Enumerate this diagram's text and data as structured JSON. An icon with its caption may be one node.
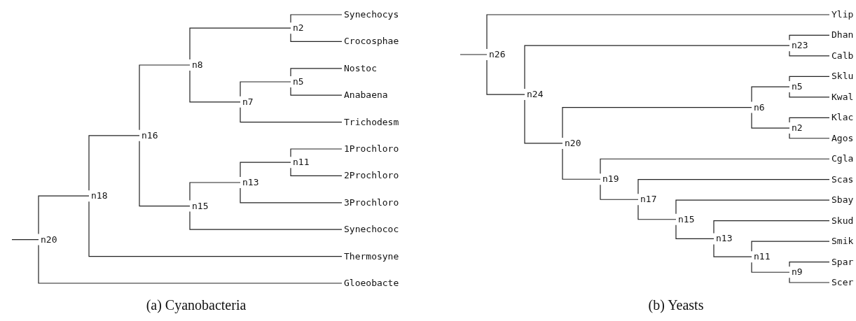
{
  "diagram": {
    "nodes": [
      {
        "text": [
          "n20"
        ]
      },
      {
        "text": [
          "n18"
        ]
      },
      {
        "text": [
          "n16"
        ]
      },
      {
        "text": [
          "n8"
        ]
      },
      {
        "text": [
          "n2"
        ]
      },
      {
        "text": [
          "Synechocys"
        ]
      },
      {
        "text": [
          "Crocosphae"
        ]
      },
      {
        "text": [
          "n7"
        ]
      },
      {
        "text": [
          "n5"
        ]
      },
      {
        "text": [
          "Nostoc"
        ]
      },
      {
        "text": [
          "Anabaena"
        ]
      },
      {
        "text": [
          "Trichodesm"
        ]
      },
      {
        "text": [
          "n15"
        ]
      },
      {
        "text": [
          "n13"
        ]
      },
      {
        "text": [
          "n11"
        ]
      },
      {
        "text": [
          "1Prochloro"
        ]
      },
      {
        "text": [
          "2Prochloro"
        ]
      },
      {
        "text": [
          "3Prochloro"
        ]
      },
      {
        "text": [
          "Synechococ"
        ]
      },
      {
        "text": [
          "Thermosyne"
        ]
      },
      {
        "text": [
          "Gloeobacte"
        ]
      },
      {
        "text": [
          "n26"
        ]
      },
      {
        "text": [
          "Ylip"
        ]
      },
      {
        "text": [
          "n24"
        ]
      },
      {
        "text": [
          "n23"
        ]
      },
      {
        "text": [
          "Dhan"
        ]
      },
      {
        "text": [
          "Calb"
        ]
      },
      {
        "text": [
          "n20"
        ]
      },
      {
        "text": [
          "n6"
        ]
      },
      {
        "text": [
          "n5"
        ]
      },
      {
        "text": [
          "Sklu"
        ]
      },
      {
        "text": [
          "Kwal"
        ]
      },
      {
        "text": [
          "n2"
        ]
      },
      {
        "text": [
          "Klac"
        ]
      },
      {
        "text": [
          "Agos"
        ]
      },
      {
        "text": [
          "n19"
        ]
      },
      {
        "text": [
          "Cgla"
        ]
      },
      {
        "text": [
          "n17"
        ]
      },
      {
        "text": [
          "Scas"
        ]
      },
      {
        "text": [
          "n15"
        ]
      },
      {
        "text": [
          "Sbay"
        ]
      },
      {
        "text": [
          "n13"
        ]
      },
      {
        "text": [
          "Skud"
        ]
      },
      {
        "text": [
          "n11"
        ]
      },
      {
        "text": [
          "Smik"
        ]
      },
      {
        "text": [
          "n9"
        ]
      },
      {
        "text": [
          "Spar"
        ]
      },
      {
        "text": [
          "Scer"
        ]
      }
    ],
    "edges": [
      {
        "from": null,
        "to": 0,
        "arrow": "none"
      },
      {
        "from": 0,
        "to": 1,
        "arrow": "none"
      },
      {
        "from": 0,
        "to": 20,
        "arrow": "none"
      },
      {
        "from": 1,
        "to": 2,
        "arrow": "none"
      },
      {
        "from": 1,
        "to": 19,
        "arrow": "none"
      },
      {
        "from": 2,
        "to": 3,
        "arrow": "none"
      },
      {
        "from": 2,
        "to": 12,
        "arrow": "none"
      },
      {
        "from": 3,
        "to": 4,
        "arrow": "none"
      },
      {
        "from": 3,
        "to": 7,
        "arrow": "none"
      },
      {
        "from": 4,
        "to": 5,
        "arrow": "none"
      },
      {
        "from": 4,
        "to": 6,
        "arrow": "none"
      },
      {
        "from": 7,
        "to": 8,
        "arrow": "none"
      },
      {
        "from": 7,
        "to": 11,
        "arrow": "none"
      },
      {
        "from": 8,
        "to": 9,
        "arrow": "none"
      },
      {
        "from": 8,
        "to": 10,
        "arrow": "none"
      },
      {
        "from": 12,
        "to": 13,
        "arrow": "none"
      },
      {
        "from": 12,
        "to": 18,
        "arrow": "none"
      },
      {
        "from": 13,
        "to": 14,
        "arrow": "none"
      },
      {
        "from": 13,
        "to": 17,
        "arrow": "none"
      },
      {
        "from": 14,
        "to": 15,
        "arrow": "none"
      },
      {
        "from": 14,
        "to": 16,
        "arrow": "none"
      },
      {
        "from": null,
        "to": 21,
        "arrow": "none"
      },
      {
        "from": 21,
        "to": 22,
        "arrow": "none"
      },
      {
        "from": 21,
        "to": 23,
        "arrow": "none"
      },
      {
        "from": 23,
        "to": 24,
        "arrow": "none"
      },
      {
        "from": 23,
        "to": 27,
        "arrow": "none"
      },
      {
        "from": 24,
        "to": 25,
        "arrow": "none"
      },
      {
        "from": 24,
        "to": 26,
        "arrow": "none"
      },
      {
        "from": 27,
        "to": 28,
        "arrow": "none"
      },
      {
        "from": 27,
        "to": 35,
        "arrow": "none"
      },
      {
        "from": 28,
        "to": 29,
        "arrow": "none"
      },
      {
        "from": 28,
        "to": 32,
        "arrow": "none"
      },
      {
        "from": 29,
        "to": 30,
        "arrow": "none"
      },
      {
        "from": 29,
        "to": 31,
        "arrow": "none"
      },
      {
        "from": 32,
        "to": 33,
        "arrow": "none"
      },
      {
        "from": 32,
        "to": 34,
        "arrow": "none"
      },
      {
        "from": 35,
        "to": 36,
        "arrow": "none"
      },
      {
        "from": 35,
        "to": 37,
        "arrow": "none"
      },
      {
        "from": 37,
        "to": 38,
        "arrow": "none"
      },
      {
        "from": 37,
        "to": 39,
        "arrow": "none"
      },
      {
        "from": 39,
        "to": 40,
        "arrow": "none"
      },
      {
        "from": 39,
        "to": 41,
        "arrow": "none"
      },
      {
        "from": 41,
        "to": 42,
        "arrow": "none"
      },
      {
        "from": 41,
        "to": 43,
        "arrow": "none"
      },
      {
        "from": 43,
        "to": 44,
        "arrow": "none"
      },
      {
        "from": 43,
        "to": 45,
        "arrow": "none"
      },
      {
        "from": 45,
        "to": 46,
        "arrow": "none"
      },
      {
        "from": 45,
        "to": 47,
        "arrow": "none"
      }
    ],
    "labels": [
      "(a) Cyanobacteria",
      "(b) Yeasts"
    ]
  }
}
